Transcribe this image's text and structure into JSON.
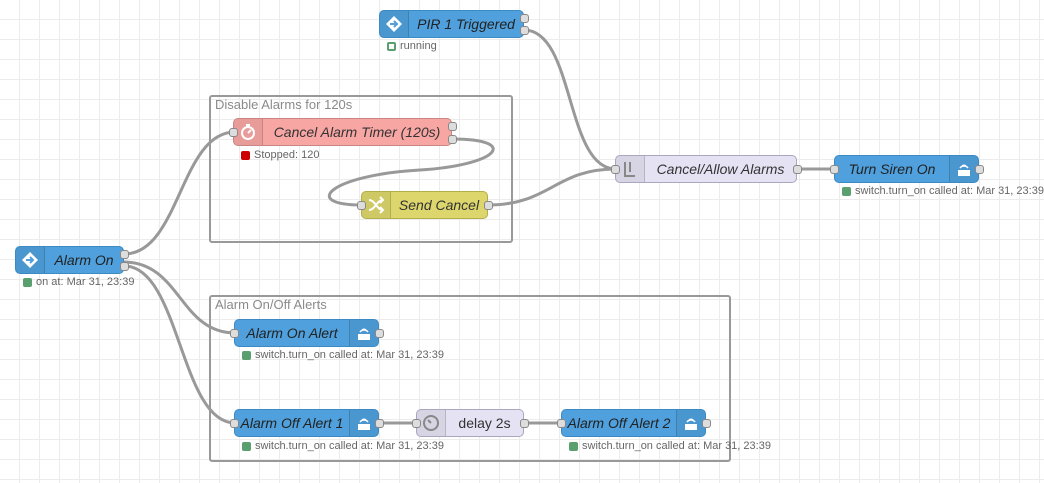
{
  "colors": {
    "inject_blue": "#4fa0dc",
    "ha_blue": "#4fa0dc",
    "timer_pink": "#f7a6a4",
    "change_yellow": "#dcd66c",
    "gate_lavender": "#e5e2f3",
    "wire_gray": "#999999",
    "status_green": "#5a9f6e",
    "status_red": "#cc0000"
  },
  "groups": {
    "disable": {
      "label": "Disable Alarms for 120s"
    },
    "alerts": {
      "label": "Alarm On/Off Alerts"
    }
  },
  "nodes": {
    "pir": {
      "label": "PIR 1 Triggered",
      "icon": "inject-arrow-icon",
      "status": "running"
    },
    "cancel_timer": {
      "label": "Cancel Alarm Timer (120s)",
      "icon": "timer-icon",
      "status": "Stopped: 120"
    },
    "send_cancel": {
      "label": "Send Cancel",
      "icon": "shuffle-icon"
    },
    "gate": {
      "label": "Cancel/Allow Alarms",
      "icon": "gate-icon"
    },
    "siren": {
      "label": "Turn Siren On",
      "icon": "home-assistant-icon",
      "status": "switch.turn_on called at: Mar 31, 23:39"
    },
    "alarm_on": {
      "label": "Alarm On",
      "icon": "inject-arrow-icon",
      "status": "on at: Mar 31, 23:39"
    },
    "on_alert": {
      "label": "Alarm On Alert",
      "icon": "home-assistant-icon",
      "status": "switch.turn_on called at: Mar 31, 23:39"
    },
    "off_alert1": {
      "label": "Alarm Off Alert 1",
      "icon": "home-assistant-icon",
      "status": "switch.turn_on called at: Mar 31, 23:39"
    },
    "delay": {
      "label": "delay 2s",
      "icon": "delay-clock-icon"
    },
    "off_alert2": {
      "label": "Alarm Off Alert 2",
      "icon": "home-assistant-icon",
      "status": "switch.turn_on called at: Mar 31, 23:39"
    }
  }
}
